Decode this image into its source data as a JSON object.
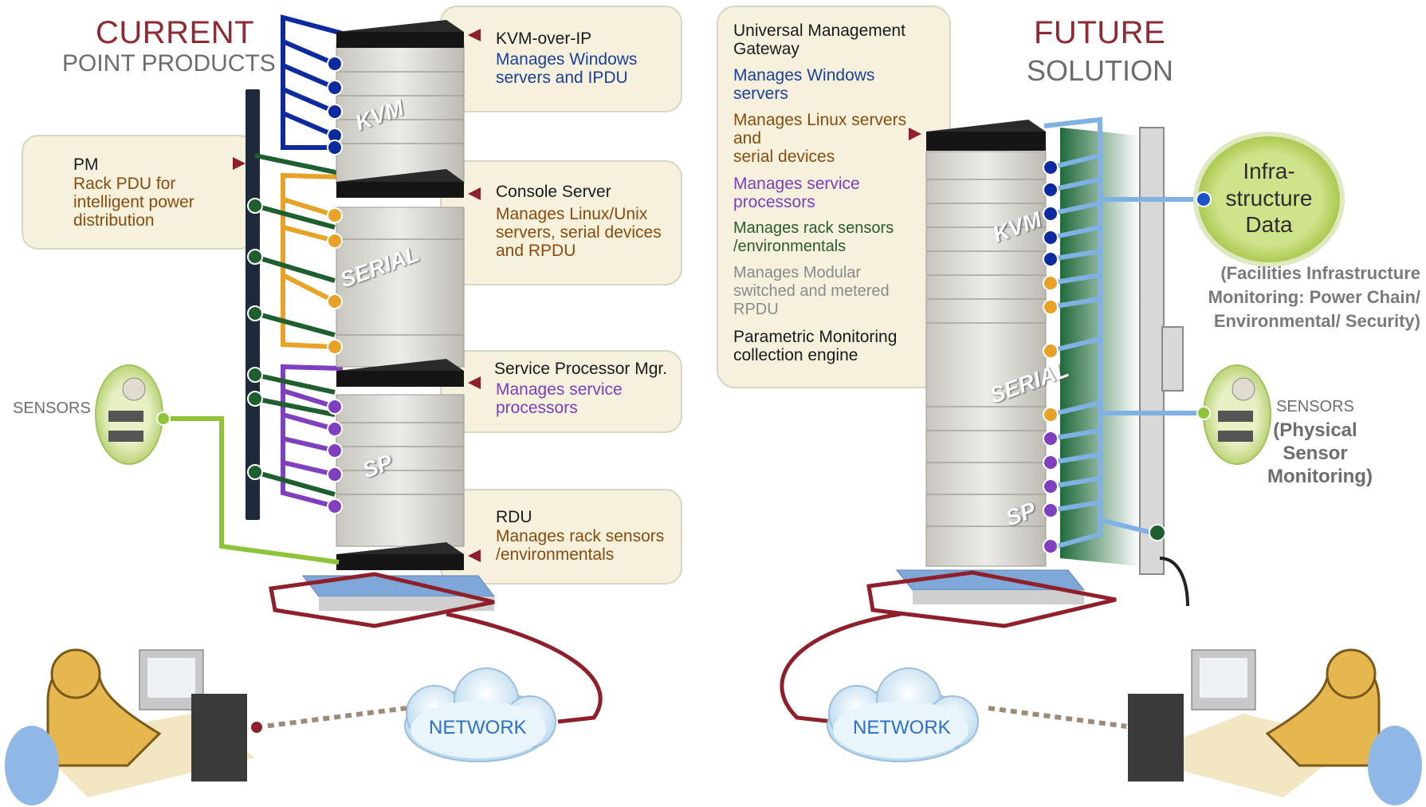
{
  "left": {
    "heading": {
      "title": "CURRENT",
      "subtitle": "POINT PRODUCTS"
    },
    "callouts": {
      "kvm": {
        "title": "KVM-over-IP",
        "desc": [
          "Manages Windows",
          "servers and IPDU"
        ]
      },
      "console": {
        "title": "Console Server",
        "desc": [
          "Manages Linux/Unix",
          "servers, serial devices",
          "and RPDU"
        ]
      },
      "sp": {
        "title": "Service Processor Mgr.",
        "desc": [
          "Manages service",
          "processors"
        ]
      },
      "rdu": {
        "title": "RDU",
        "desc": [
          "Manages rack sensors",
          "/environmentals"
        ]
      },
      "pm": {
        "title": "PM",
        "desc": [
          "Rack PDU for",
          "intelligent power",
          "distribution"
        ]
      }
    },
    "rack_labels": {
      "kvm": "KVM",
      "serial": "SERIAL",
      "sp": "SP"
    },
    "sensors_label": "SENSORS",
    "network_label": "NETWORK"
  },
  "right": {
    "heading": {
      "title": "FUTURE",
      "subtitle": "SOLUTION"
    },
    "gateway": {
      "title": [
        "Universal Management",
        "Gateway"
      ],
      "windows": [
        "Manages Windows",
        "servers"
      ],
      "linux": [
        "Manages Linux servers",
        "and",
        "serial devices"
      ],
      "service": [
        "Manages service",
        "processors"
      ],
      "sensors": [
        "Manages rack sensors",
        "/environmentals"
      ],
      "modular": [
        "Manages Modular",
        "switched and metered",
        "RPDU"
      ],
      "parametric": [
        "Parametric Monitoring",
        "collection engine"
      ]
    },
    "rack_labels": {
      "kvm": "KVM",
      "serial": "SERIAL",
      "sp": "SP"
    },
    "infra": "Infra-structure Data",
    "facilities": [
      "(Facilities Infrastructure",
      "Monitoring: Power Chain/",
      "Environmental/ Security)"
    ],
    "sensors_label": "SENSORS",
    "sensors_sub": [
      "(Physical",
      "Sensor",
      "Monitoring)"
    ],
    "network_label": "NETWORK"
  },
  "colors": {
    "kvm": "#0d2a9e",
    "serial": "#e8a227",
    "sp": "#7f3fbf",
    "pm": "#1f5e2f",
    "sensor_line": "#8fc43a",
    "network_loop": "#8e1f2b",
    "future_bus": "#7fb1e3",
    "callout_fill": "#f5f1dc",
    "heading_red": "#8e2a33"
  },
  "icons": [
    "server-icon",
    "sensor-camera-icon",
    "network-cloud-icon",
    "user-workstation-icon",
    "pdu-strip-icon",
    "pointer-arrow-icon"
  ]
}
